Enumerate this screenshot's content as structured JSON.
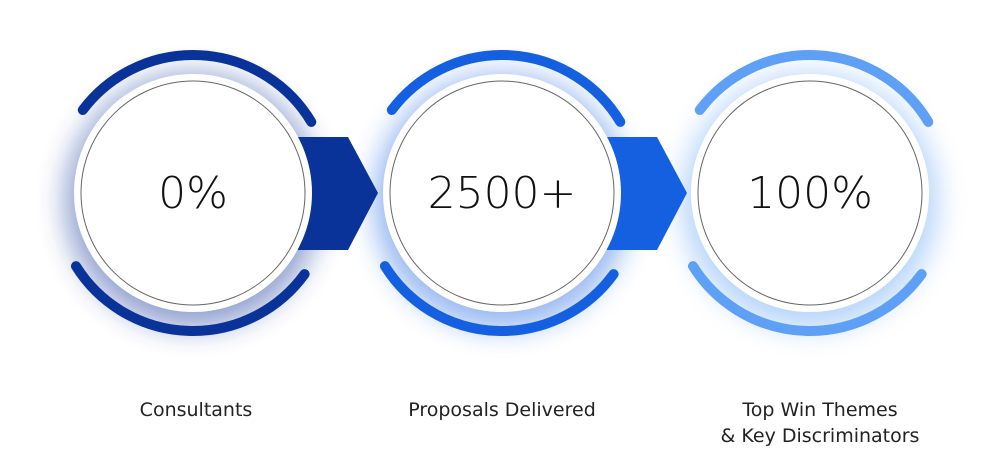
{
  "steps": [
    {
      "value": "0%",
      "label": "Consultants",
      "color": "#0a3399"
    },
    {
      "value": "2500+",
      "label": "Proposals Delivered",
      "color": "#1560e0"
    },
    {
      "value": "100%",
      "label_line1": "Top Win Themes",
      "label_line2": "& Key Discriminators",
      "color": "#5ea0f5"
    }
  ]
}
